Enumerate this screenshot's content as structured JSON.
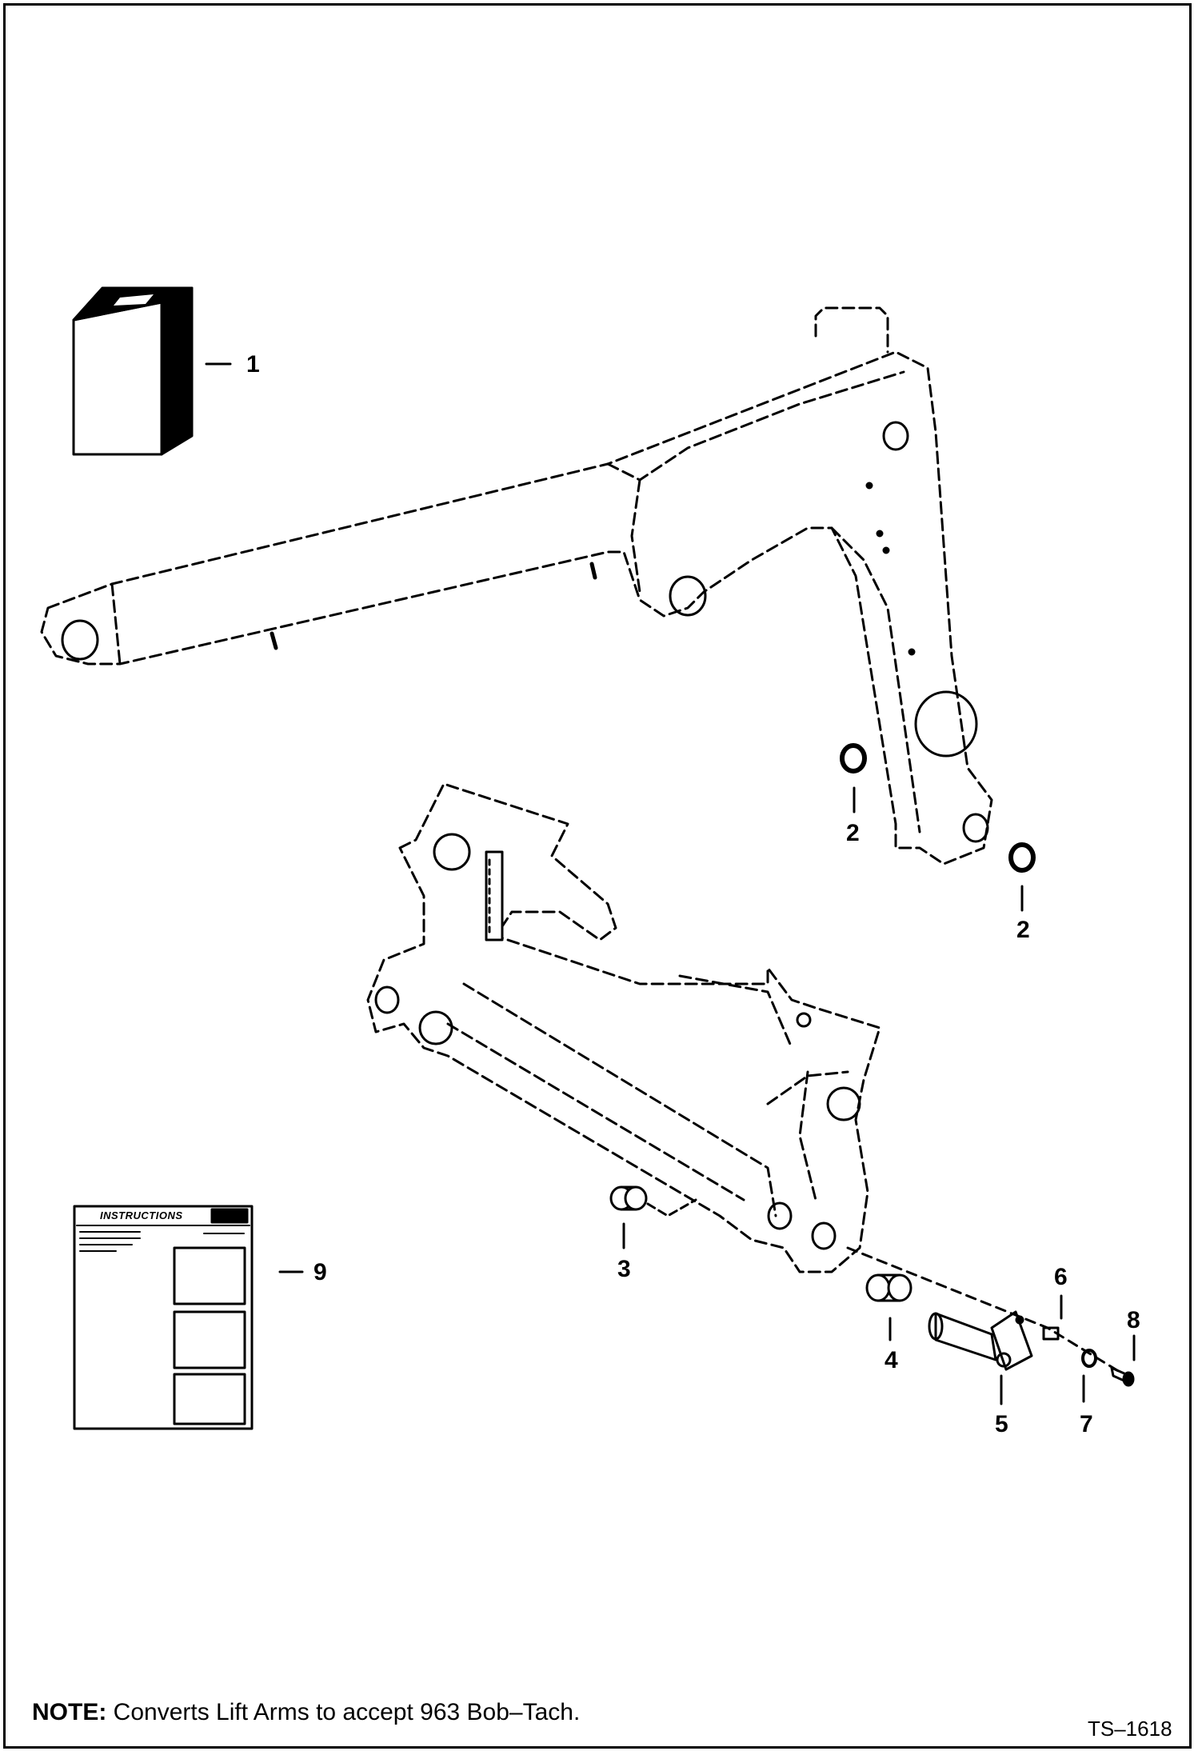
{
  "callouts": {
    "c1": "1",
    "c2a": "2",
    "c2b": "2",
    "c3": "3",
    "c4": "4",
    "c5": "5",
    "c6": "6",
    "c7": "7",
    "c8": "8",
    "c9": "9"
  },
  "instructions_sheet": {
    "title": "INSTRUCTIONS"
  },
  "note": {
    "label": "NOTE:",
    "text": "Converts Lift Arms to accept 963 Bob–Tach."
  },
  "figure_code": "TS–1618"
}
